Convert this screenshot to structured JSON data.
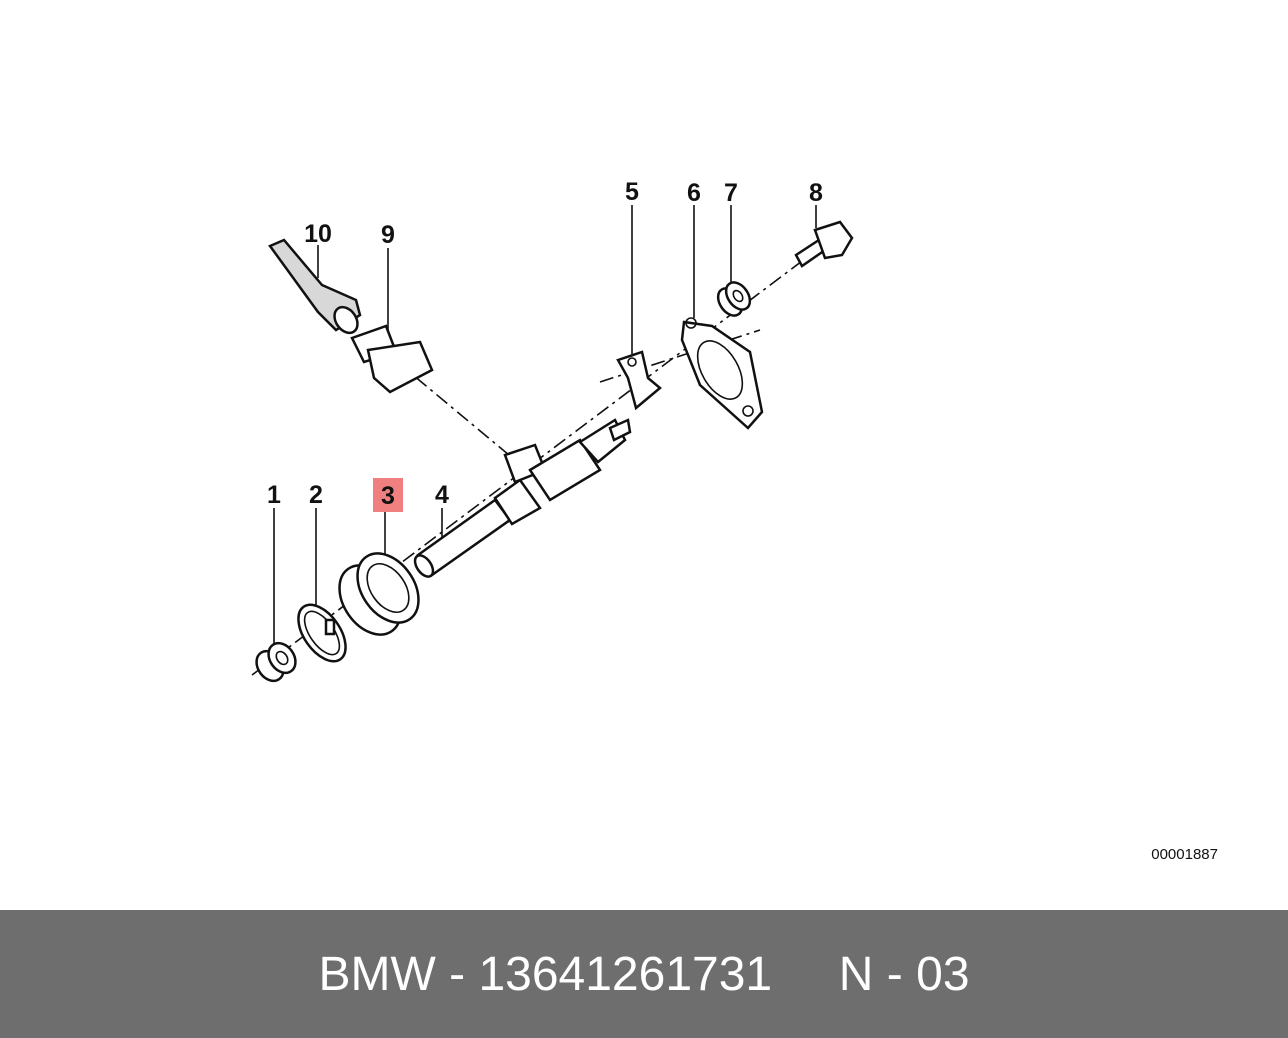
{
  "diagram": {
    "callouts": [
      {
        "label": "1",
        "highlighted": false
      },
      {
        "label": "2",
        "highlighted": false
      },
      {
        "label": "3",
        "highlighted": true
      },
      {
        "label": "4",
        "highlighted": false
      },
      {
        "label": "5",
        "highlighted": false
      },
      {
        "label": "6",
        "highlighted": false
      },
      {
        "label": "7",
        "highlighted": false
      },
      {
        "label": "8",
        "highlighted": false
      },
      {
        "label": "9",
        "highlighted": false
      },
      {
        "label": "10",
        "highlighted": false
      }
    ],
    "reference_code": "00001887",
    "highlight_color": "#f08080"
  },
  "footer": {
    "brand": "BMW",
    "separator": "-",
    "part_number": "13641261731",
    "position": "N - 03",
    "background_color": "#6e6e6e",
    "text_color": "#ffffff"
  }
}
